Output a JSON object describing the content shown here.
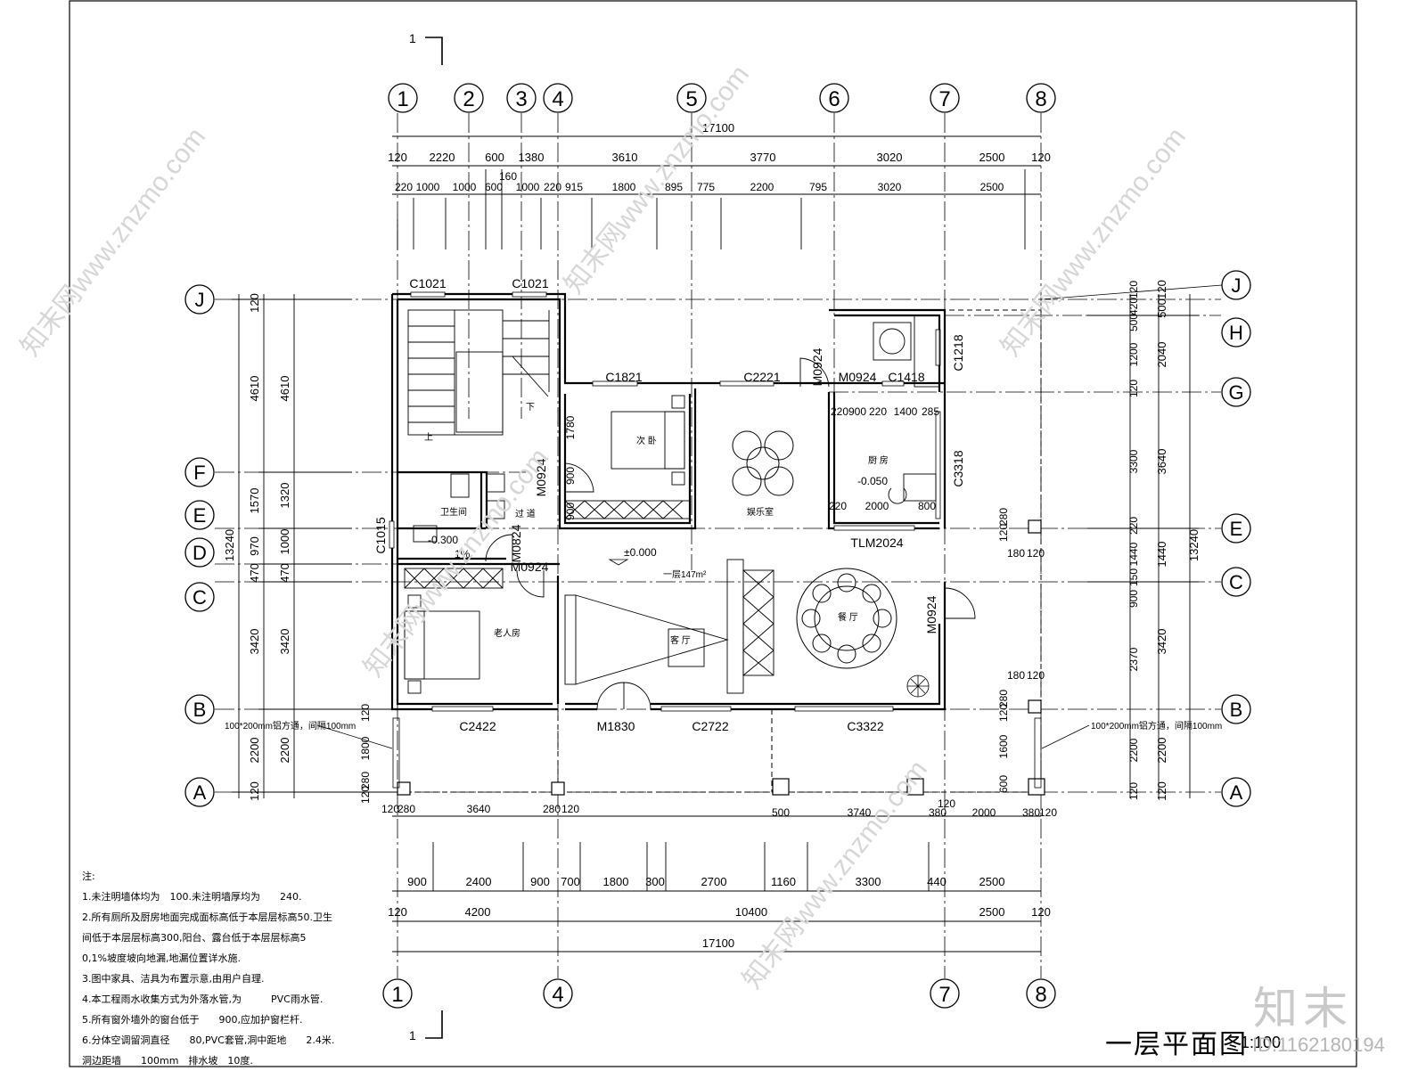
{
  "drawing": {
    "title": "一层平面图",
    "scale": "1:100",
    "section_mark": "1",
    "watermark": "知末网www.znzmo.com",
    "logo": "知末",
    "doc_id": "ID:1162180194"
  },
  "axes": {
    "columns": [
      "1",
      "2",
      "3",
      "4",
      "5",
      "6",
      "7",
      "8"
    ],
    "bottom_columns": [
      "1",
      "4",
      "7",
      "8"
    ],
    "rows_left": [
      "J",
      "F",
      "E",
      "D",
      "C",
      "B",
      "A"
    ],
    "rows_right": [
      "J",
      "H",
      "G",
      "E",
      "C",
      "B",
      "A"
    ]
  },
  "dims": {
    "top_total": "17100",
    "top_row1": [
      "120",
      "2220",
      "600",
      "1380",
      "3610",
      "3770",
      "3020",
      "2500",
      "120"
    ],
    "top_row2": [
      "220",
      "1000",
      "1000",
      "600",
      "1000",
      "220",
      "915",
      "1800",
      "895",
      "775",
      "2200",
      "795",
      "3020",
      "2500"
    ],
    "top_160": "160",
    "bottom_total": "17100",
    "bottom_row1": [
      "120",
      "4200",
      "10400",
      "2500",
      "120"
    ],
    "bottom_row2": [
      "900",
      "2400",
      "900",
      "700",
      "1800",
      "300",
      "2700",
      "1160",
      "3300",
      "440",
      "2500"
    ],
    "bottom_row3": [
      "120",
      "280",
      "3640",
      "280",
      "120"
    ],
    "bottom_row3b": [
      "500",
      "3740",
      "380",
      "2000",
      "380",
      "120"
    ],
    "bottom_row3c": [
      "120"
    ],
    "left_total": "13240",
    "left_row1": [
      "120",
      "4610",
      "1570",
      "970",
      "470",
      "3420",
      "2200",
      "120"
    ],
    "left_row2": [
      "4610",
      "1320",
      "1000",
      "470",
      "3420",
      "2200"
    ],
    "left_small": [
      "120",
      "1800",
      "120",
      "280",
      "120"
    ],
    "right_total": "13240",
    "right_row1": [
      "120",
      "500",
      "2040",
      "3640",
      "1440",
      "3420",
      "2200",
      "120"
    ],
    "right_row2": [
      "120",
      "420",
      "500",
      "1200",
      "120",
      "3300",
      "220",
      "1440",
      "150",
      "900",
      "2370",
      "2200",
      "120"
    ],
    "right_small": [
      "120",
      "280",
      "180",
      "120",
      "180",
      "120",
      "120",
      "280",
      "1600",
      "600",
      "120",
      "280"
    ]
  },
  "labels": {
    "windows": [
      "C1021",
      "C1021",
      "C1821",
      "C2221",
      "C1418",
      "C1218",
      "C3318",
      "C1015",
      "C2422",
      "C2722",
      "C3322"
    ],
    "doors": [
      "M0924",
      "M0924",
      "M0924",
      "M0824",
      "M0924",
      "M0924",
      "M1830",
      "TLM2024"
    ],
    "elev": [
      "±0.000",
      "-0.300",
      "-0.050",
      "1%"
    ],
    "rooms": {
      "bedroom2": "次 卧",
      "entertain": "娱乐室",
      "kitchen": "厨 房",
      "toilet": "卫生间",
      "hall": "过 道",
      "elder": "老人房",
      "living": "客 厅",
      "dining": "餐 厅",
      "area": "一层147m²",
      "up": "上",
      "down": "下"
    },
    "rail_left": "100*200mm铝方通，间隔100mm",
    "rail_right": "100*200mm铝方通，间隔100mm",
    "kitchen_dims": [
      "220",
      "900",
      "220",
      "1400",
      "285",
      "220",
      "2000",
      "800"
    ],
    "bed_dims": [
      "1780",
      "900",
      "900"
    ]
  },
  "notes": {
    "heading": "注:",
    "items": [
      "1.未注明墙体均为　100.未注明墙厚均为　　240.",
      "2.所有厕所及厨房地面完成面标高低于本层层标高50.卫生",
      "间低于本层层标高300,阳台、露台低于本层层标高5",
      "0,1%坡度坡向地漏,地漏位置详水施.",
      "3.图中家具、洁具为布置示意,由用户自理.",
      "4.本工程雨水收集方式为外落水管,为　　　PVC雨水管.",
      "5.所有窗外墙外的窗台低于　　900,应加护窗栏杆.",
      "6.分体空调留洞直径　　80,PVC套管,洞中距地　　2.4米.",
      "洞边距墙　　100mm　排水坡　10度."
    ]
  }
}
